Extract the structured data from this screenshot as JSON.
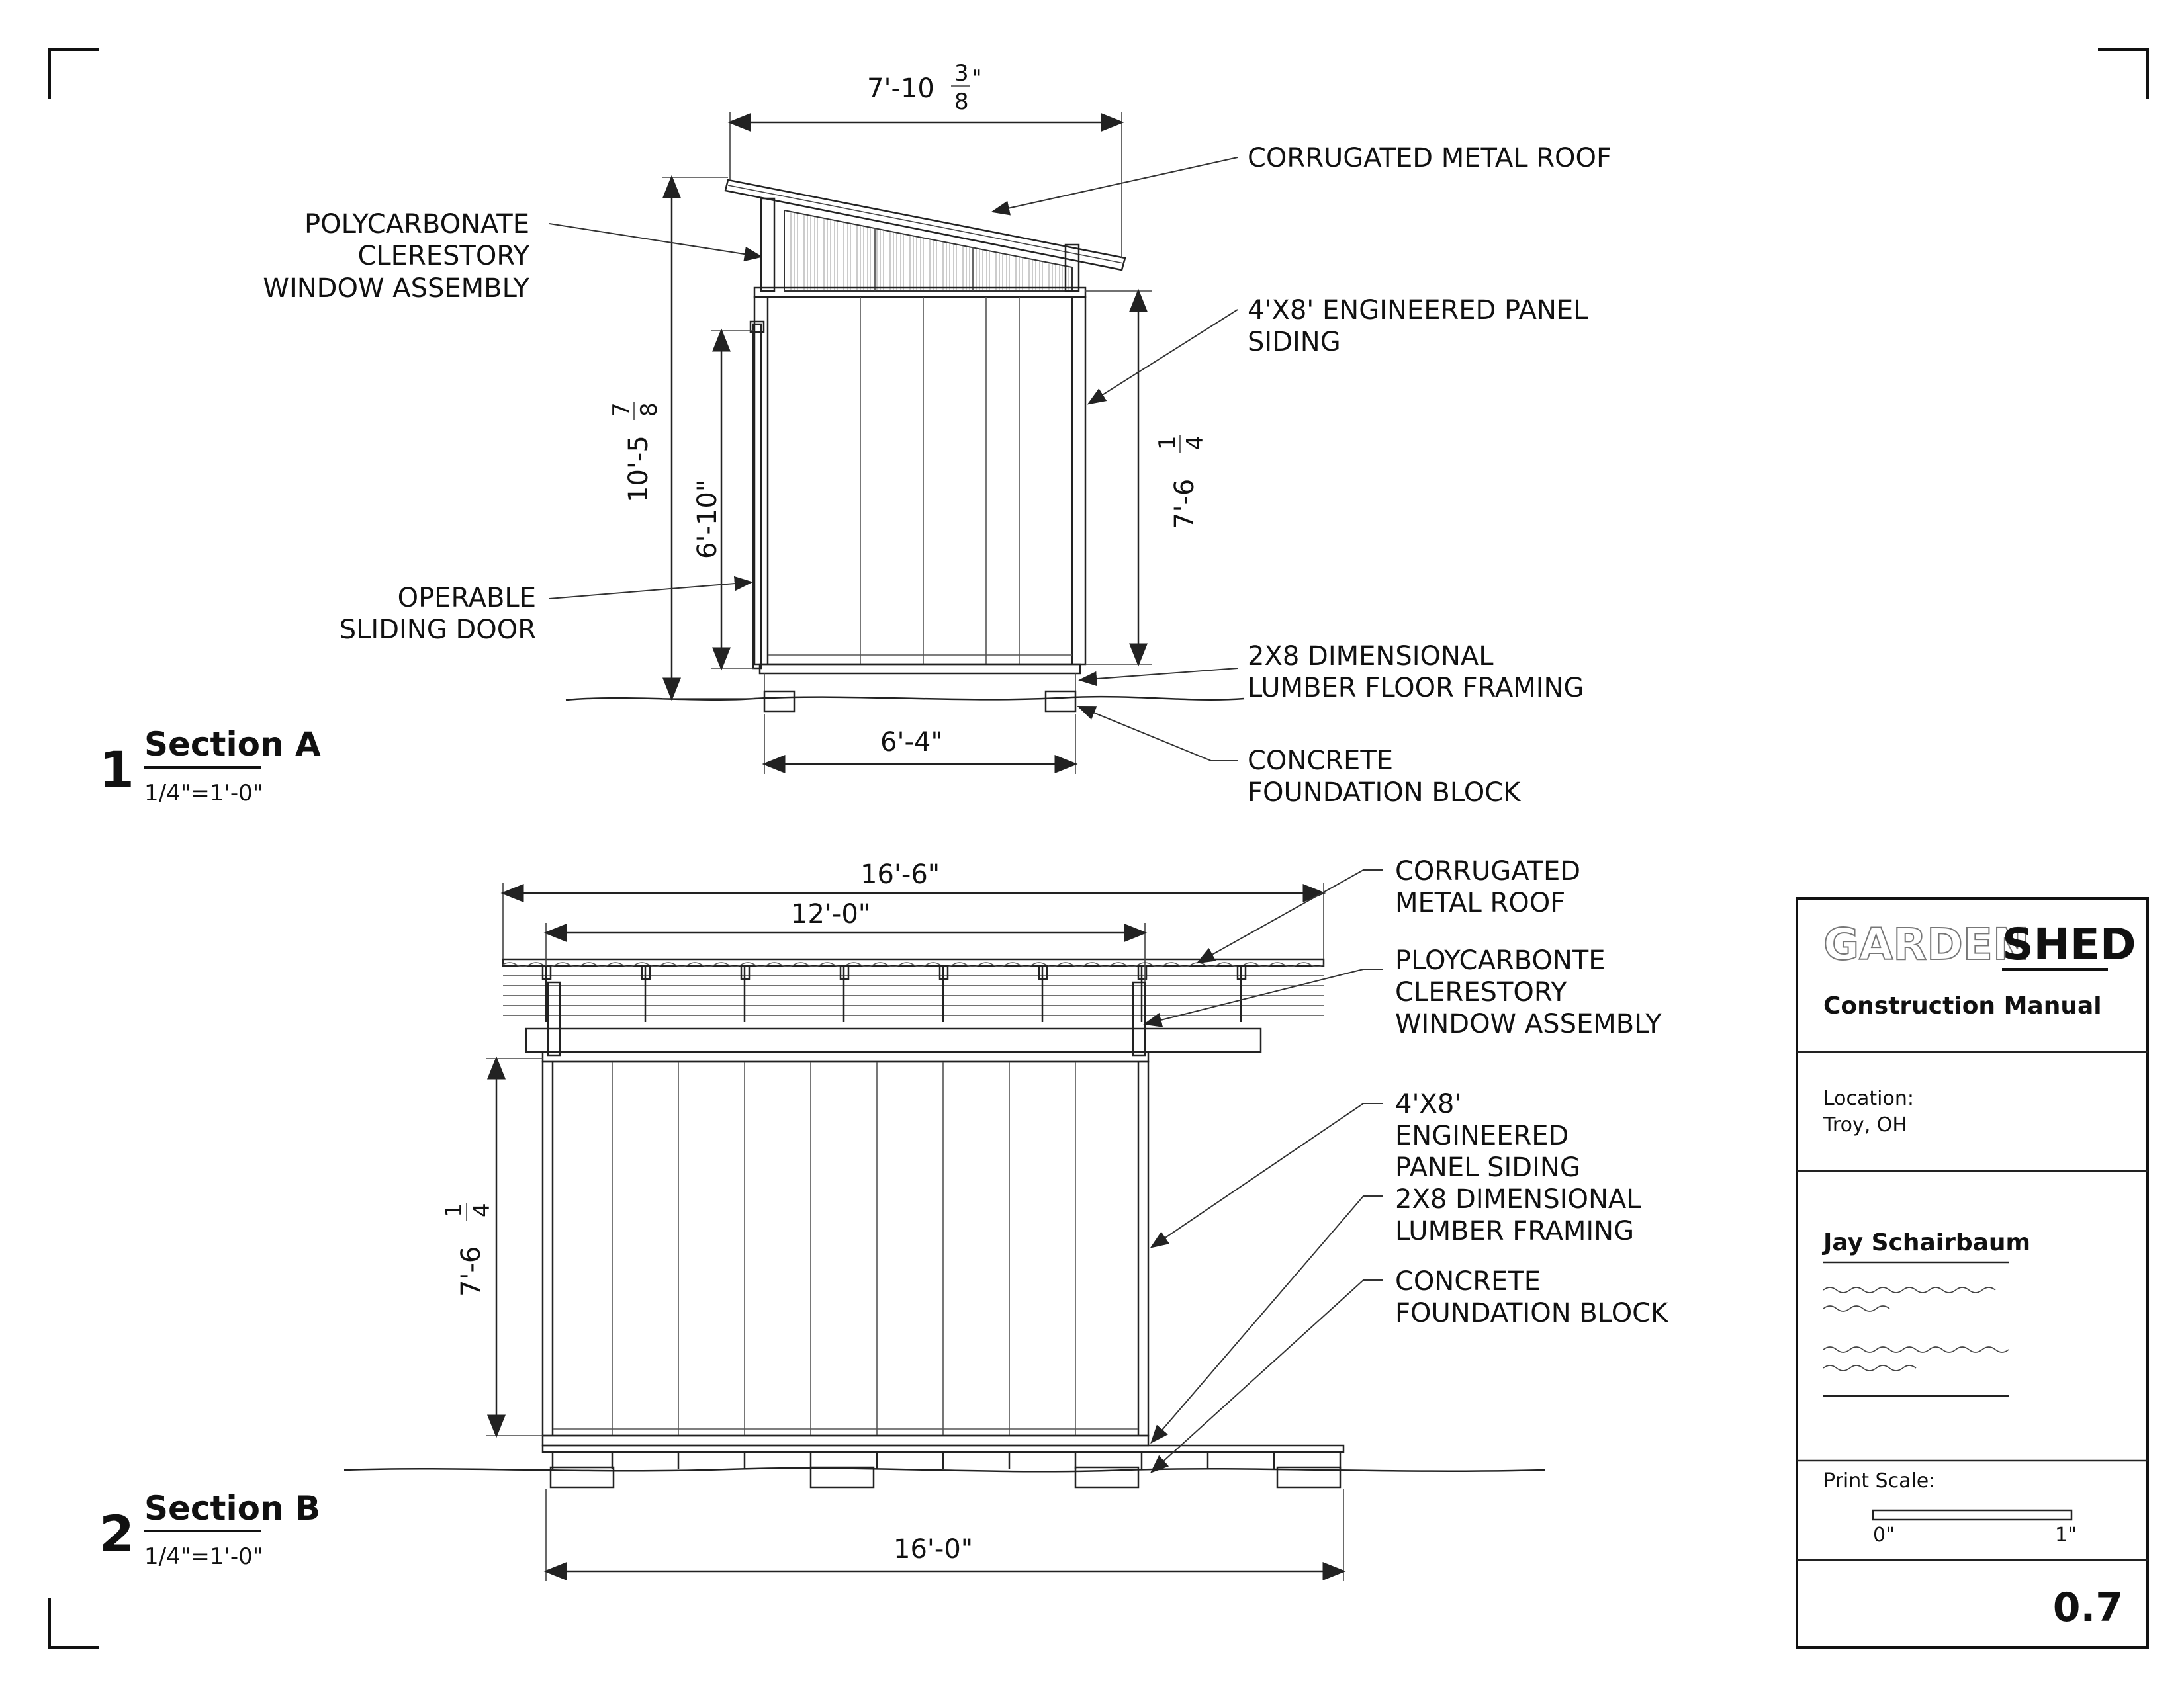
{
  "section_a": {
    "number": "1",
    "title": "Section A",
    "scale": "1/4\"=1'-0\"",
    "dims": {
      "top_width": "7'-10",
      "top_width_frac_num": "3",
      "top_width_frac_den": "8",
      "overall_height": "10'-5",
      "overall_height_frac_num": "7",
      "overall_height_frac_den": "8",
      "door_height": "6'-10\"",
      "wall_height": "7'-6",
      "wall_height_frac_num": "1",
      "wall_height_frac_den": "4",
      "base_width": "6'-4\""
    },
    "labels": {
      "roof": "CORRUGATED METAL ROOF",
      "clerestory": [
        "POLYCARBONATE",
        "CLERESTORY",
        "WINDOW ASSEMBLY"
      ],
      "siding": [
        "4'X8' ENGINEERED PANEL",
        "SIDING"
      ],
      "door": [
        "OPERABLE",
        "SLIDING DOOR"
      ],
      "floor": [
        "2X8 DIMENSIONAL",
        "LUMBER FLOOR FRAMING"
      ],
      "foundation": [
        "CONCRETE",
        "FOUNDATION BLOCK"
      ]
    }
  },
  "section_b": {
    "number": "2",
    "title": "Section B",
    "scale": "1/4\"=1'-0\"",
    "dims": {
      "overall_width": "16'-6\"",
      "inner_width": "12'-0\"",
      "wall_height": "7'-6",
      "wall_height_frac_num": "1",
      "wall_height_frac_den": "4",
      "base_width": "16'-0\""
    },
    "labels": {
      "roof": [
        "CORRUGATED",
        "METAL ROOF"
      ],
      "clerestory": [
        "PLOYCARBONTE",
        "CLERESTORY",
        "WINDOW ASSEMBLY"
      ],
      "siding": [
        "4'X8'",
        "ENGINEERED",
        "PANEL SIDING"
      ],
      "framing": [
        "2X8 DIMENSIONAL",
        "LUMBER FRAMING"
      ],
      "foundation": [
        "CONCRETE",
        "FOUNDATION BLOCK"
      ]
    }
  },
  "title_block": {
    "brand_outline": "GARDEN",
    "brand_solid": "SHED",
    "subtitle": "Construction Manual",
    "location_label": "Location:",
    "location_value": "Troy, OH",
    "author": "Jay Schairbaum",
    "print_scale_label": "Print Scale:",
    "scale_start": "0\"",
    "scale_end": "1\"",
    "sheet_number": "0.7"
  }
}
